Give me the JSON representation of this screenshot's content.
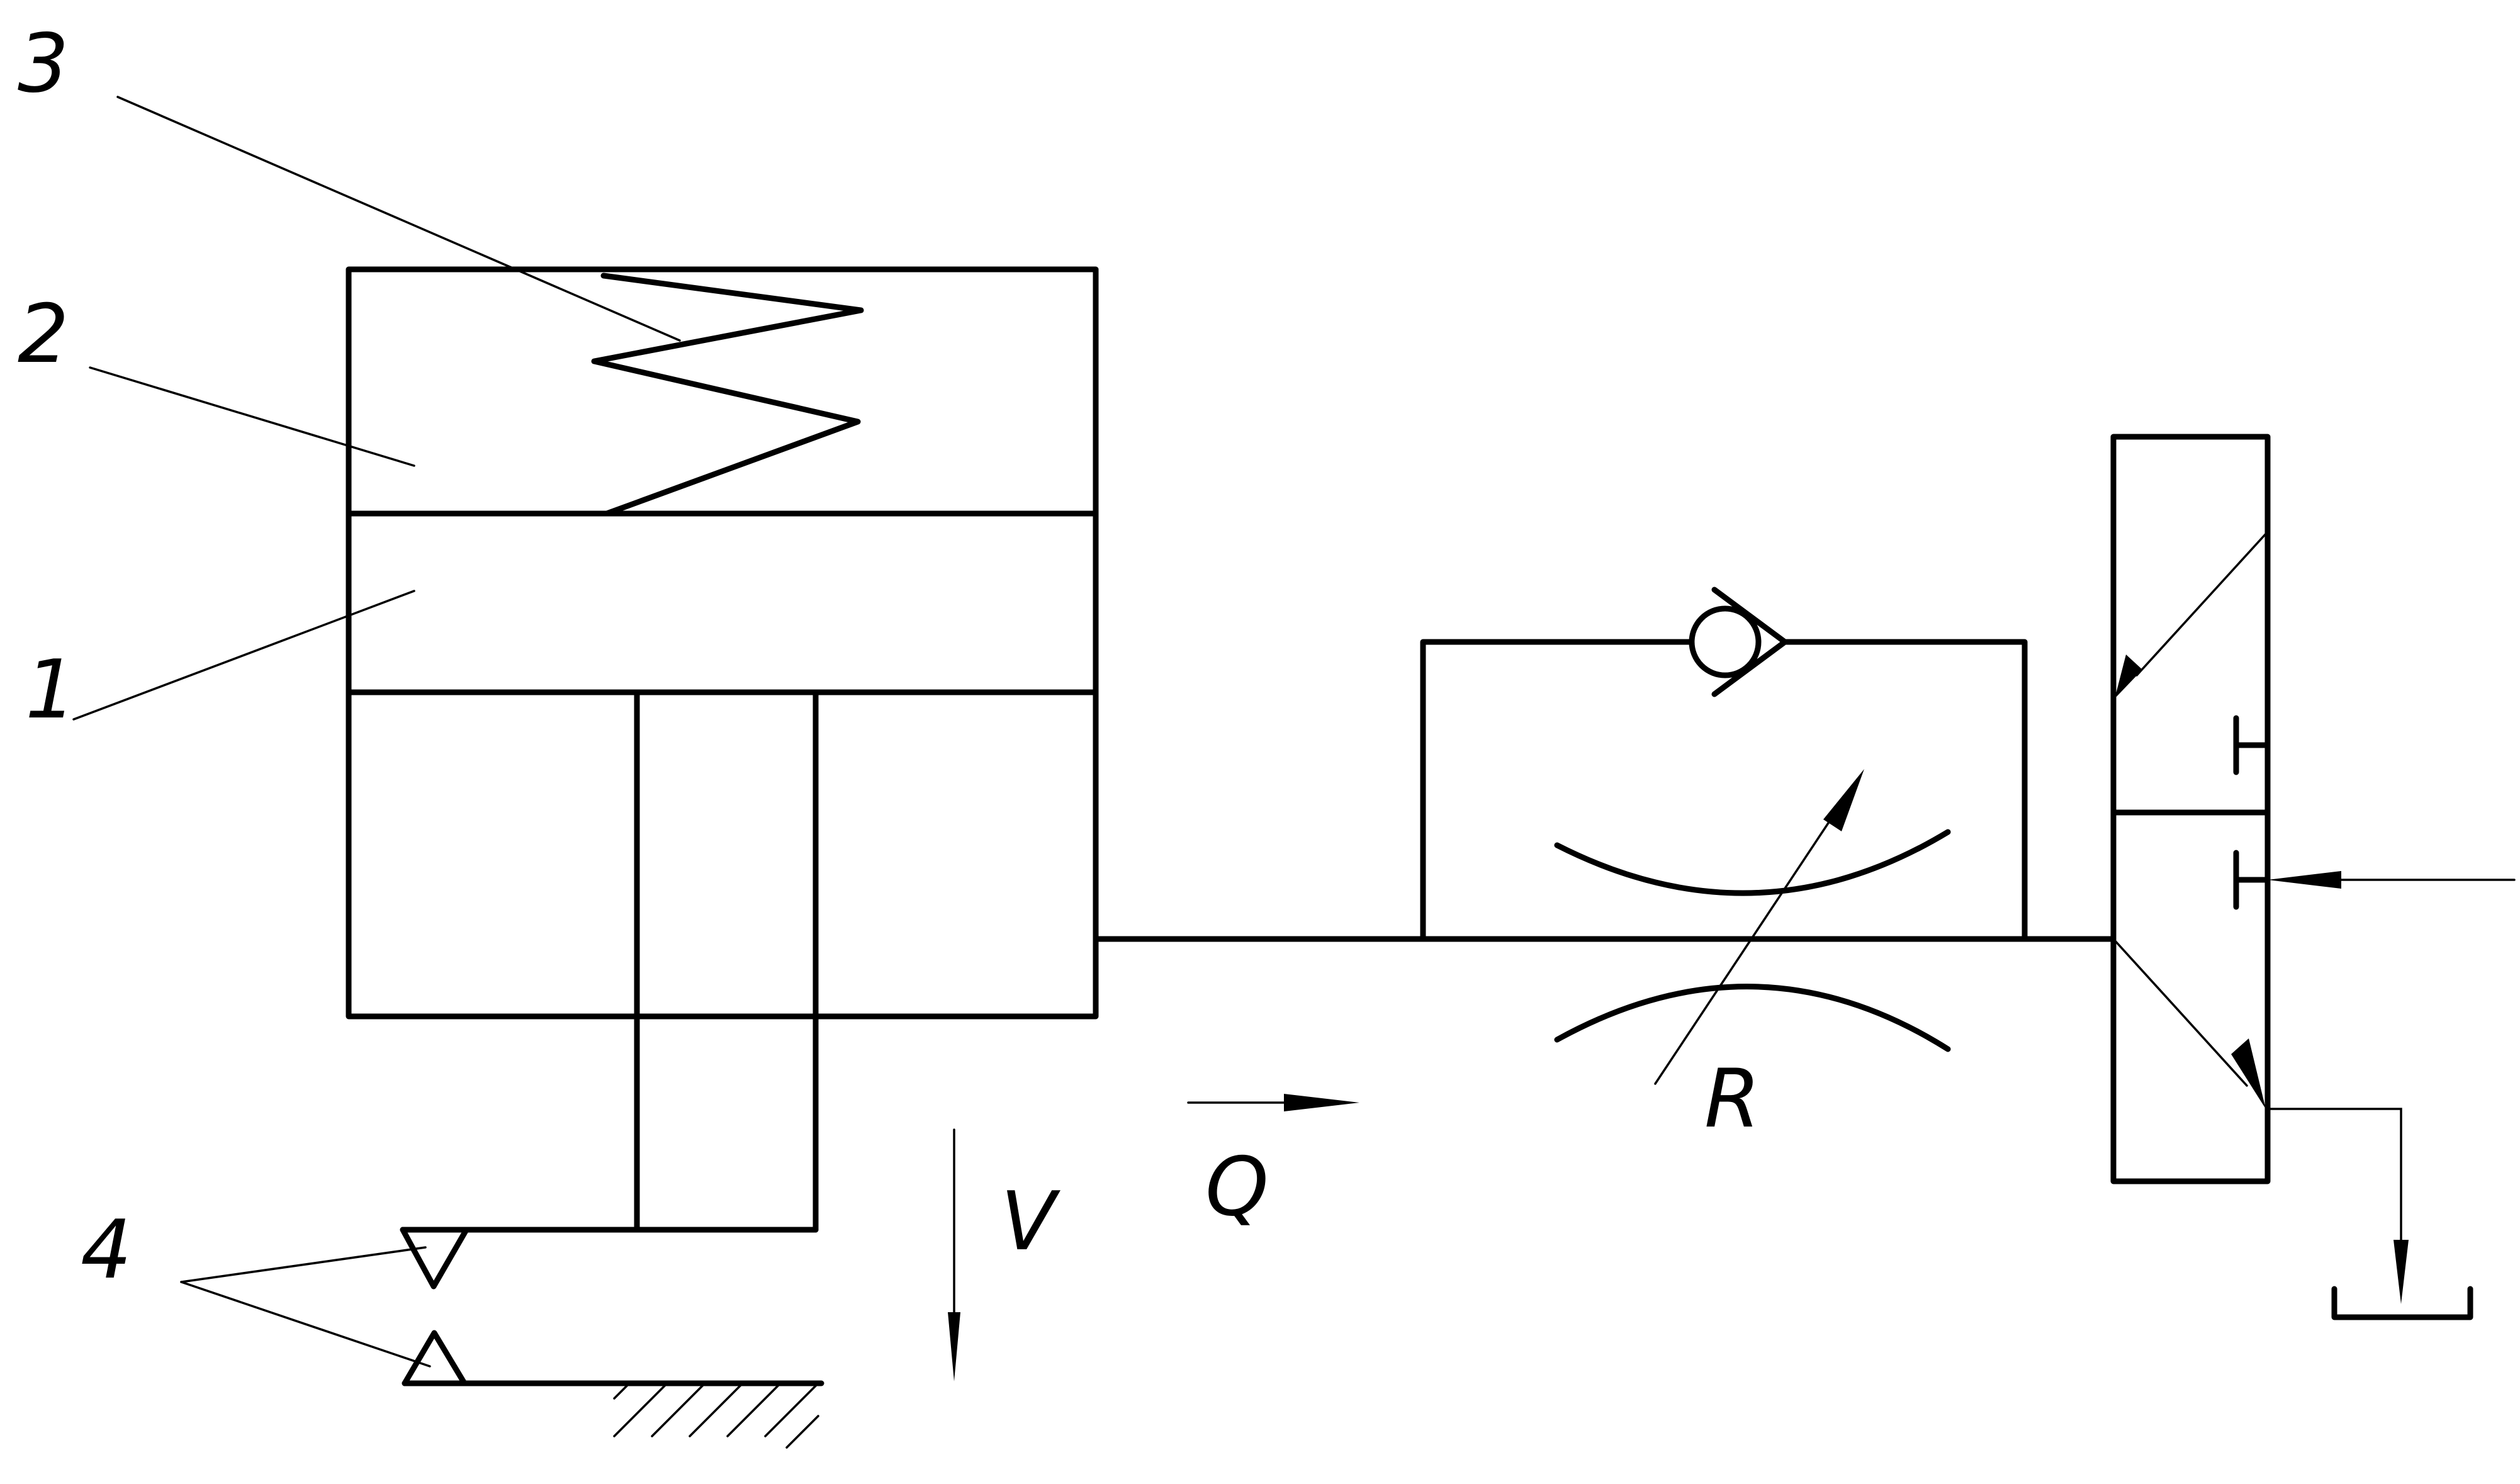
{
  "labels": {
    "one": "1",
    "two": "2",
    "three": "3",
    "four": "4",
    "velocity": "V",
    "flow": "Q",
    "resistance": "R"
  },
  "colors": {
    "line": "#000000",
    "background": "#ffffff"
  }
}
